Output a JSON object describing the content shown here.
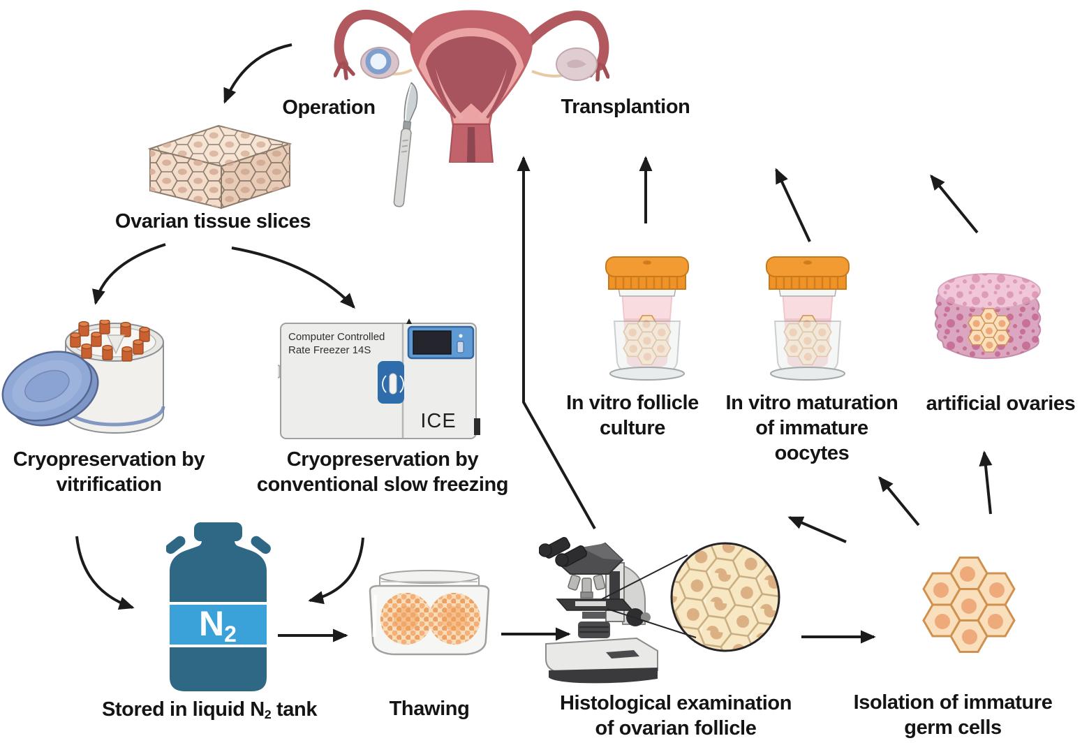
{
  "labels": {
    "operation": "Operation",
    "transplantation": "Transplantion",
    "ovarian_tissue": "Ovarian tissue slices",
    "vitrification_l1": "Cryopreservation by",
    "vitrification_l2": "vitrification",
    "slow_freezing_l1": "Cryopreservation by",
    "slow_freezing_l2": "conventional slow freezing",
    "stored_pre": "Stored in liquid N",
    "stored_sub": "2",
    "stored_post": " tank",
    "thawing": "Thawing",
    "histology_l1": "Histological examination",
    "histology_l2": "of ovarian follicle",
    "isolation_l1": "Isolation of immature",
    "isolation_l2": "germ cells",
    "follicle_l1": "In vitro follicle",
    "follicle_l2": "culture",
    "ivm_l1": "In vitro maturation",
    "ivm_l2": "of immature",
    "ivm_l3": "oocytes",
    "artificial": "artificial ovaries"
  },
  "device": {
    "freezer_l1": "Computer Controlled",
    "freezer_l2": "Rate Freezer 14S",
    "ice": "ICE",
    "tank_n": "N",
    "tank_sub": "2"
  },
  "colors": {
    "arrow": "#1b1b1b",
    "label_text": "#141414",
    "tank_dark": "#2e6884",
    "tank_light": "#3ba1d9",
    "lid_orange": "#f09a31",
    "cell_fill": "#f9dfbc",
    "cell_stroke": "#d0914f",
    "cell_nucleus": "#eeaa7b",
    "ovary_pink": "#dba6bf",
    "freezer_blue": "#2e6cab",
    "vitrification_lid_blue": "#91a9d6",
    "tissue_fill": "#f3dcca",
    "uterus_pink": "#eca3a3",
    "uterus_cavity": "#a8545e",
    "histology_bg": "#faf0d8"
  }
}
